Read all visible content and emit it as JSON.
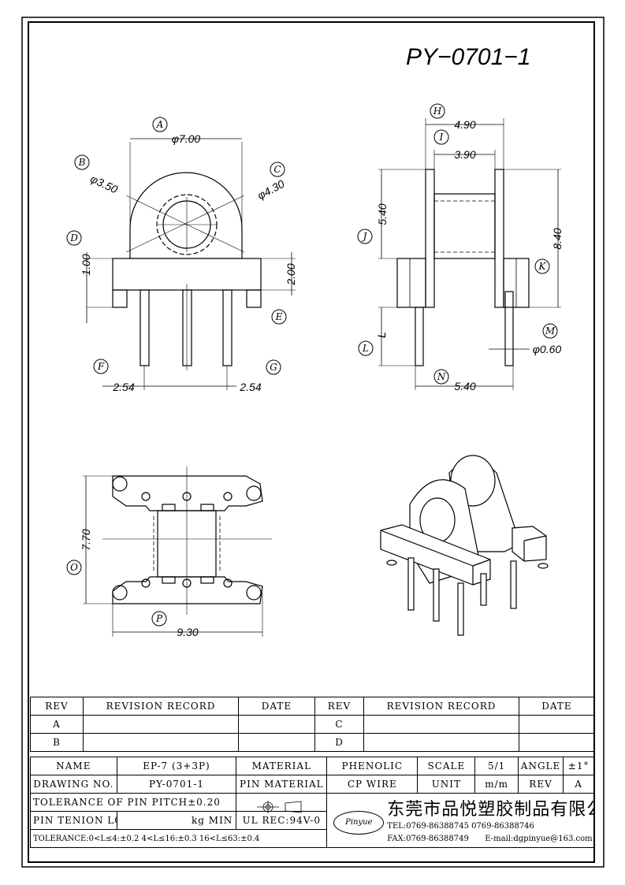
{
  "drawing_title": "PY−0701−1",
  "callouts": {
    "A": "A",
    "B": "B",
    "C": "C",
    "D": "D",
    "E": "E",
    "F": "F",
    "G": "G",
    "H": "H",
    "I": "I",
    "J": "J",
    "K": "K",
    "L": "L",
    "M": "M",
    "N": "N",
    "O": "O",
    "P": "P"
  },
  "dimensions": {
    "A": "φ7.00",
    "B": "φ3.50",
    "C": "φ4.30",
    "D": "1.00",
    "E": "2.00",
    "F": "2.54",
    "G": "2.54",
    "H": "4.90",
    "I": "3.90",
    "J": "5.40",
    "K": "8.40",
    "L": "L",
    "M": "φ0.60",
    "N": "5.40",
    "O": "7.70",
    "P": "9.30"
  },
  "revision_table": {
    "header": [
      "REV",
      "REVISION RECORD",
      "DATE",
      "REV",
      "REVISION RECORD",
      "DATE"
    ],
    "rows": [
      [
        "A",
        "",
        "",
        "C",
        "",
        ""
      ],
      [
        "B",
        "",
        "",
        "D",
        "",
        ""
      ]
    ]
  },
  "title_block": {
    "name_label": "NAME",
    "name_value": "EP-7 (3+3P)",
    "material_label": "MATERIAL",
    "material_value": "PHENOLIC",
    "scale_label": "SCALE",
    "scale_value": "5/1",
    "angle_label": "ANGLE",
    "angle_value": "±1°",
    "drawing_no_label": "DRAWING NO.",
    "drawing_no_value": "PY-0701-1",
    "pin_material_label": "PIN MATERIAL",
    "pin_material_value": "CP WIRE",
    "unit_label": "UNIT",
    "unit_value": "m/m",
    "rev_label": "REV",
    "rev_value": "A",
    "tolerance_pitch": "TOLERANCE OF PIN PITCH±0.20",
    "pin_tension_label": "PIN TENION LOAD",
    "pin_tension_unit": "kg MIN",
    "ul_rec": "UL REC:94V-0",
    "tolerance_ranges": "TOLERANCE:0<L≤4:±0.2  4<L≤16:±0.3  16<L≤63:±0.4",
    "logo_text": "Pinyue",
    "company_name": "东莞市品悦塑胶制品有限公司",
    "tel": "TEL:0769-86388745   0769-86388746",
    "fax": "FAX:0769-86388749",
    "email": "E-mail:dgpinyue@163.com"
  }
}
